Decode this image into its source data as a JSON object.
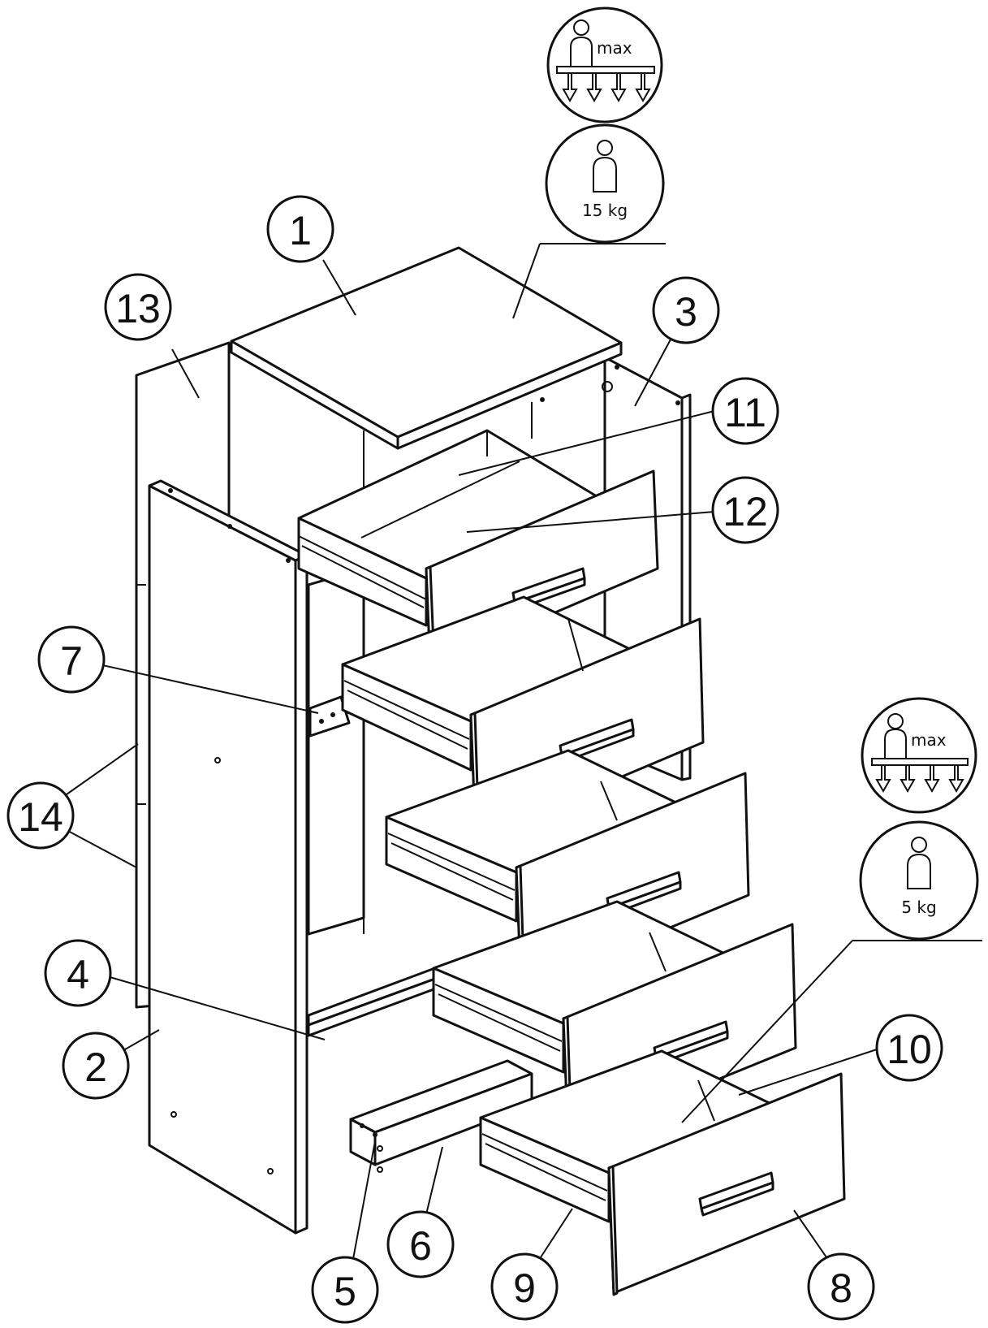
{
  "callouts": [
    {
      "id": "1",
      "label": "1"
    },
    {
      "id": "2",
      "label": "2"
    },
    {
      "id": "3",
      "label": "3"
    },
    {
      "id": "4",
      "label": "4"
    },
    {
      "id": "5",
      "label": "5"
    },
    {
      "id": "6",
      "label": "6"
    },
    {
      "id": "7",
      "label": "7"
    },
    {
      "id": "8",
      "label": "8"
    },
    {
      "id": "9",
      "label": "9"
    },
    {
      "id": "10",
      "label": "10"
    },
    {
      "id": "11",
      "label": "11"
    },
    {
      "id": "12",
      "label": "12"
    },
    {
      "id": "13",
      "label": "13"
    },
    {
      "id": "14",
      "label": "14"
    }
  ],
  "load_icons": {
    "top": {
      "max_label": "max",
      "weight_label": "15 kg"
    },
    "drawer": {
      "max_label": "max",
      "weight_label": "5 kg"
    }
  }
}
